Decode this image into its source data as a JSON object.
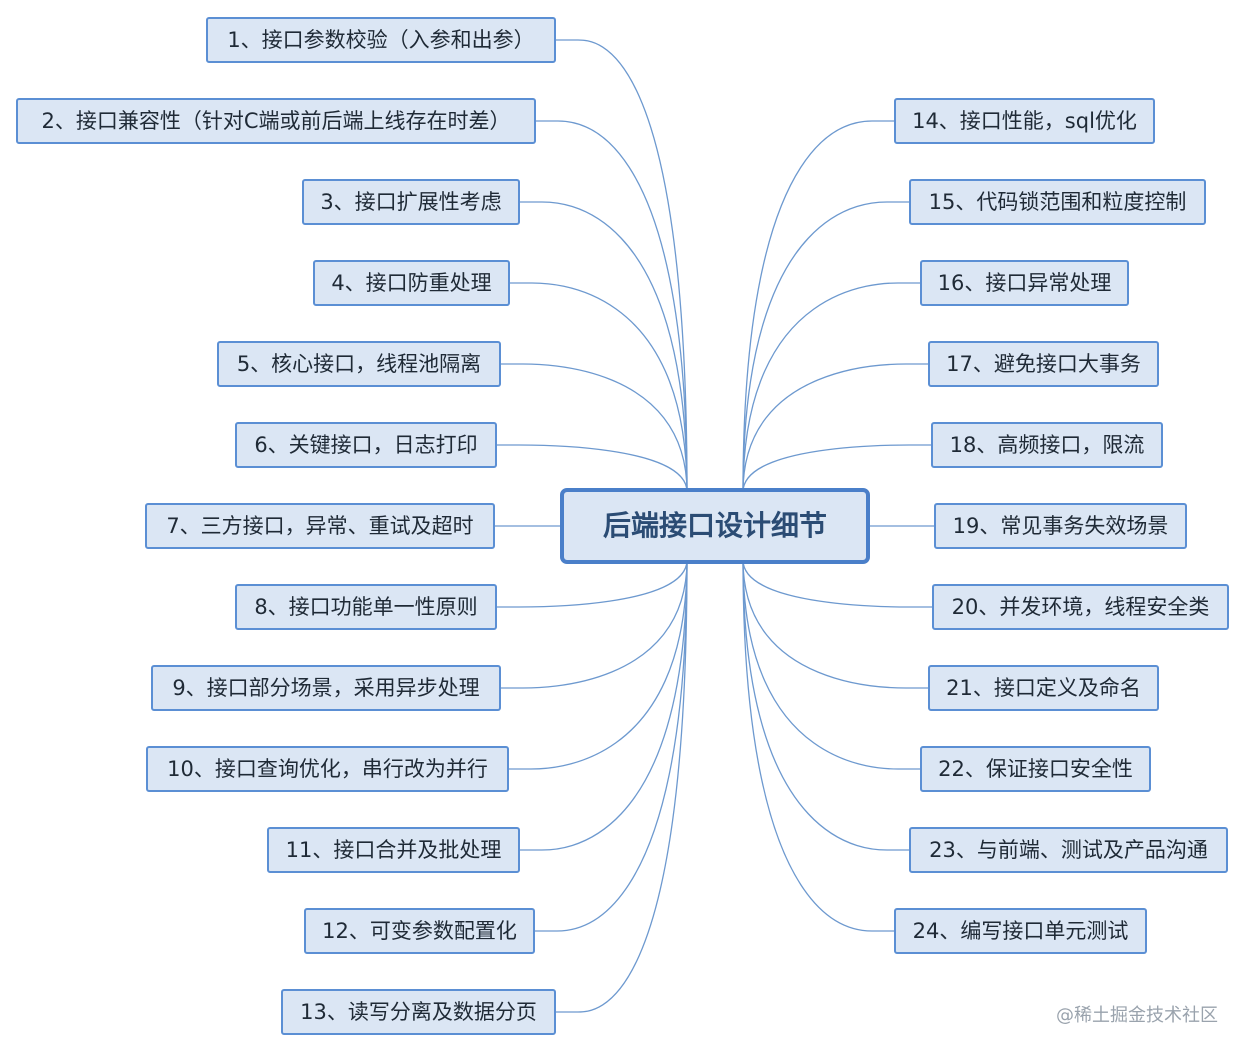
{
  "center": {
    "label": "后端接口设计细节"
  },
  "left_nodes": [
    "1、接口参数校验（入参和出参）",
    "2、接口兼容性（针对C端或前后端上线存在时差）",
    "3、接口扩展性考虑",
    "4、接口防重处理",
    "5、核心接口，线程池隔离",
    "6、关键接口，日志打印",
    "7、三方接口，异常、重试及超时",
    "8、接口功能单一性原则",
    "9、接口部分场景，采用异步处理",
    "10、接口查询优化，串行改为并行",
    "11、接口合并及批处理",
    "12、可变参数配置化",
    "13、读写分离及数据分页"
  ],
  "right_nodes": [
    "14、接口性能，sql优化",
    "15、代码锁范围和粒度控制",
    "16、接口异常处理",
    "17、避免接口大事务",
    "18、高频接口，限流",
    "19、常见事务失效场景",
    "20、并发环境，线程安全类",
    "21、接口定义及命名",
    "22、保证接口安全性",
    "23、与前端、测试及产品沟通",
    "24、编写接口单元测试"
  ],
  "watermark": "@稀土掘金技术社区",
  "colors": {
    "node_fill": "#dbe6f4",
    "node_border": "#5b8fd4",
    "connector": "#6d99cf",
    "center_text": "#2b4c74"
  }
}
